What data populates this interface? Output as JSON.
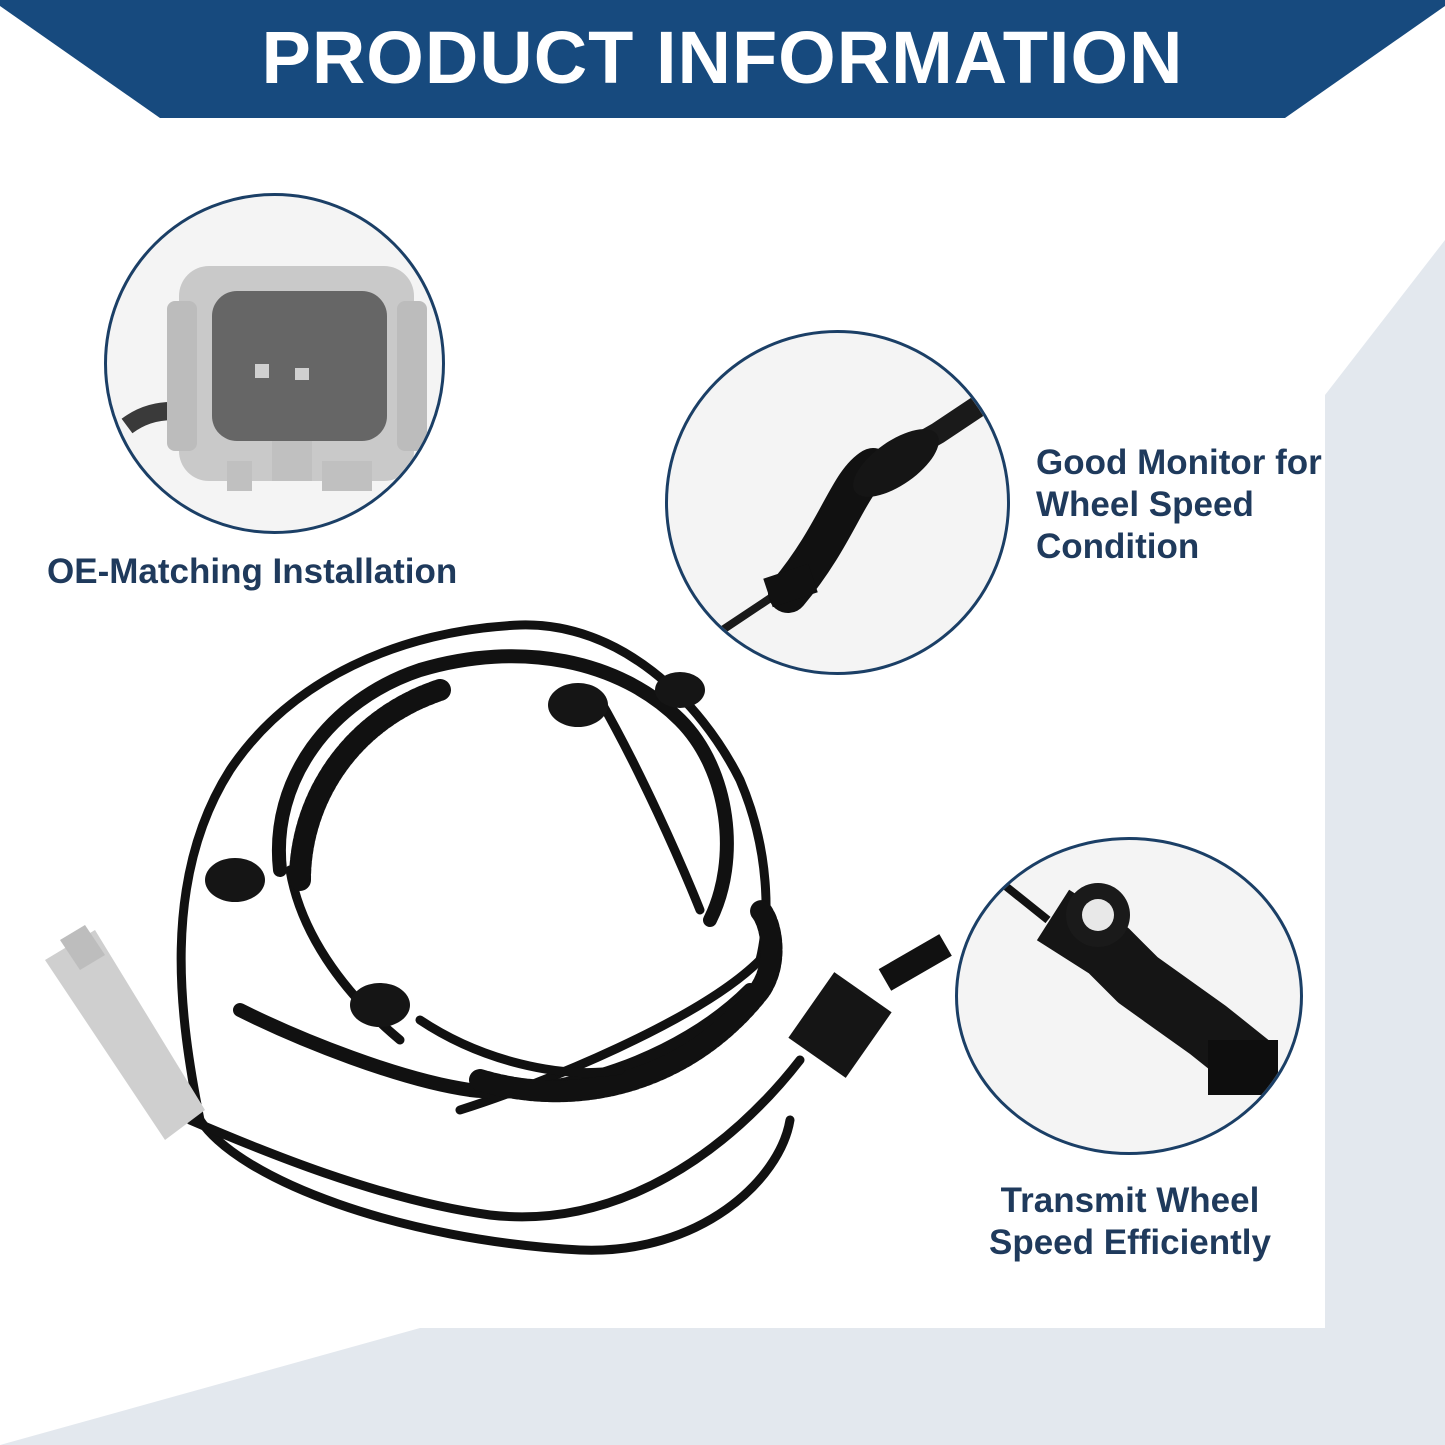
{
  "banner": {
    "title": "PRODUCT INFORMATION",
    "color": "#174a7e"
  },
  "features": [
    {
      "caption": "OE-Matching Installation",
      "icon": "connector-plug"
    },
    {
      "caption_lines": [
        "Good Monitor for",
        "Wheel Speed",
        "Condition"
      ],
      "icon": "cable-grommet"
    },
    {
      "caption_lines": [
        "Transmit Wheel",
        "Speed Efficiently"
      ],
      "icon": "sensor-head"
    }
  ],
  "colors": {
    "accent": "#174a7e",
    "caption_text": "#1f3a5c",
    "background_panel": "#e3e8ee"
  }
}
